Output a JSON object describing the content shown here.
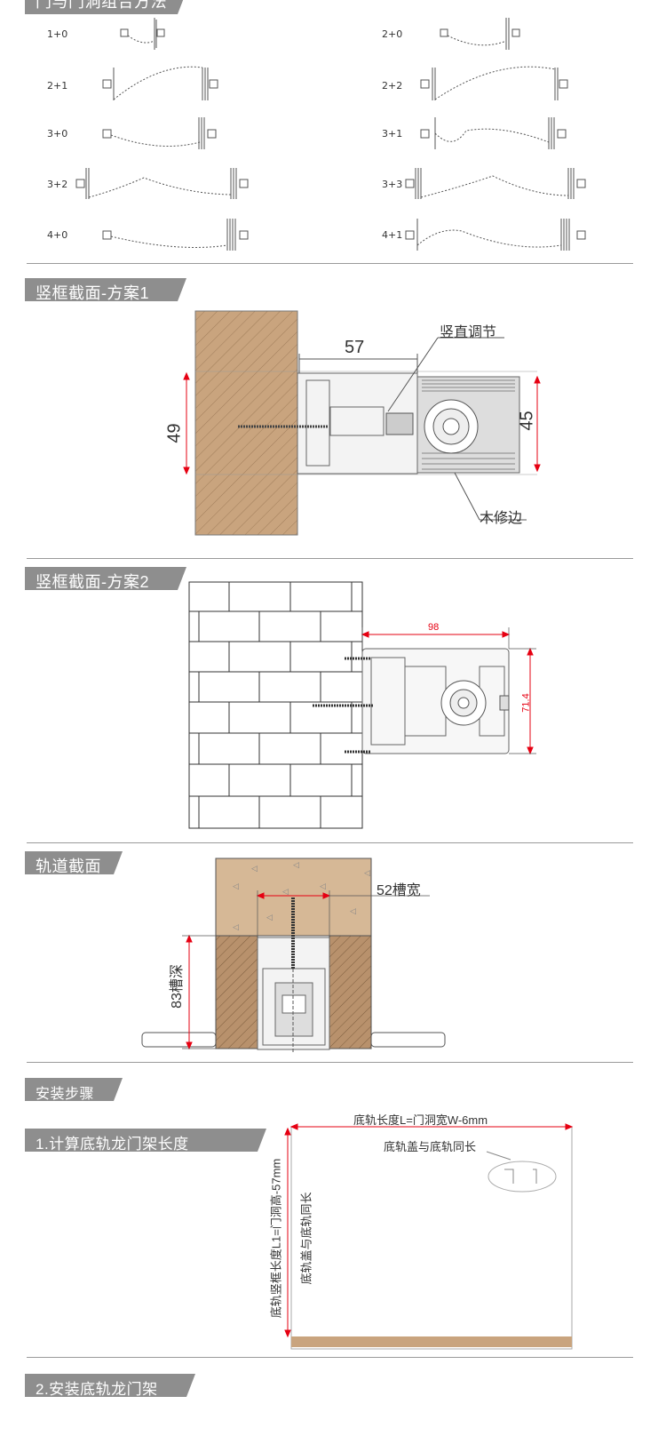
{
  "sections": {
    "combo_title": "门与门洞组合方法",
    "vertical_1": "竖框截面-方案1",
    "vertical_2": "竖框截面-方案2",
    "track": "轨道截面",
    "install": "安装步骤",
    "step1": "1.计算底轨龙门架长度",
    "step2": "2.安装底轨龙门架"
  },
  "combos": {
    "left": [
      "1+0",
      "2+1",
      "3+0",
      "3+2",
      "4+0"
    ],
    "right": [
      "2+0",
      "2+2",
      "3+1",
      "3+3",
      "4+1"
    ]
  },
  "scheme1": {
    "dim_width": "57",
    "dim_height": "49",
    "dim_right": "45",
    "label_adjust": "竖直调节",
    "label_trim": "木修边"
  },
  "scheme2": {
    "dim_width": "98",
    "dim_height": "71.4"
  },
  "track": {
    "slot_width": "52槽宽",
    "slot_depth": "83槽深"
  },
  "step1": {
    "bottom_length": "底轨长度L=门洞宽W-6mm",
    "cover_same": "底轨盖与底轨同长",
    "vertical_length": "底轨竖框长度L1=门洞高-57mm",
    "vertical_cover": "底轨盖与底轨同长"
  },
  "colors": {
    "banner": "#8e8e8e",
    "wood": "#c9a47e",
    "dim_red": "#e60012"
  }
}
